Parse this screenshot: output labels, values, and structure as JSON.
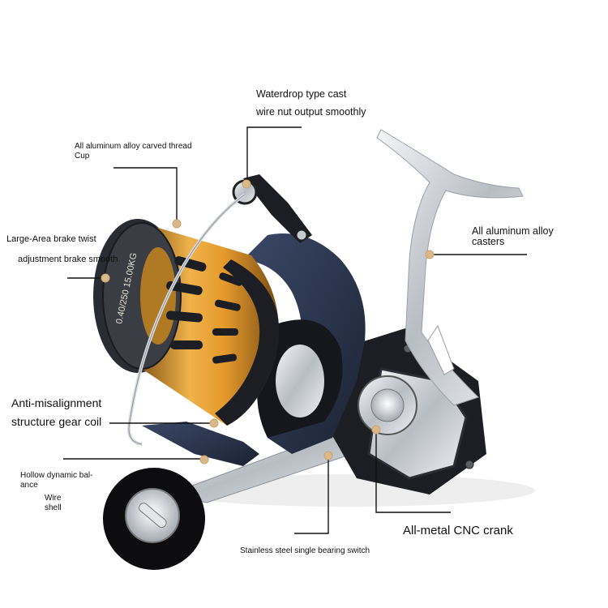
{
  "callouts": {
    "waterdrop": {
      "line1": "Waterdrop type cast",
      "line2": "wire nut output smoothly"
    },
    "thread_cup": {
      "line1": "All aluminum alloy carved thread",
      "line2": "Cup"
    },
    "brake": {
      "line1": "Large-Area brake twist",
      "line2": "adjustment brake smooth"
    },
    "casters": {
      "line1": "All aluminum alloy",
      "line2": "casters"
    },
    "gear_coil": {
      "line1": "Anti-misalignment",
      "line2": "structure gear coil"
    },
    "hollow_balance": {
      "line1": "Hollow dynamic bal-",
      "line2": "ance"
    },
    "wire_shell": {
      "line1": "Wire",
      "line2": "shell"
    },
    "cnc_crank": {
      "label": "All-metal CNC crank"
    },
    "bearing_switch": {
      "label": "Stainless steel single bearing switch"
    }
  },
  "spool_print": "0.40/250  15.00KG",
  "colors": {
    "spool_gold": "#e3a238",
    "frame_black": "#1c1e24",
    "frame_navy": "#2d3a55",
    "silver": "#cfd3d8",
    "leader_line": "#111111",
    "dot": "#d9b98a"
  }
}
